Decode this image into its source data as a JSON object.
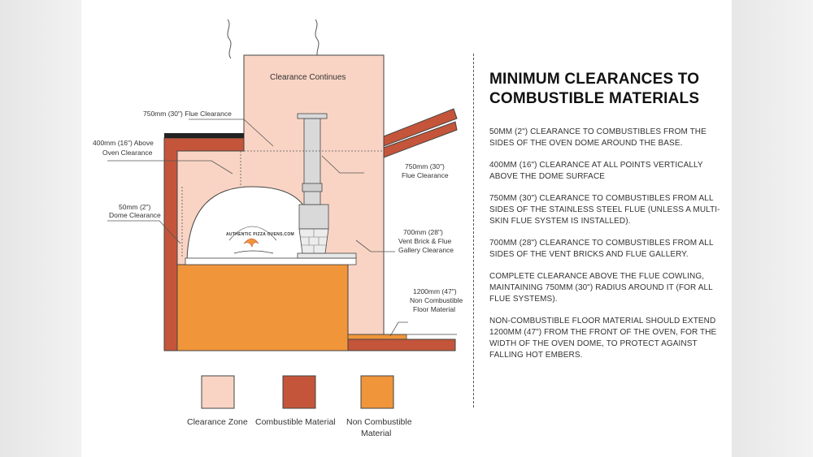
{
  "diagram": {
    "labels": {
      "clearance_continues": "Clearance Continues",
      "flue_clearance_top": "750mm (30\") Flue Clearance",
      "above_oven_line1": "400mm (16\") Above",
      "above_oven_line2": "Oven Clearance",
      "dome_line1": "50mm (2\")",
      "dome_line2": "Dome Clearance",
      "flue_right_line1": "750mm (30\")",
      "flue_right_line2": "Flue Clearance",
      "vent_line1": "700mm (28\")",
      "vent_line2": "Vent Brick & Flue",
      "vent_line3": "Gallery Clearance",
      "floor_line1": "1200mm (47\")",
      "floor_line2": "Non Combustible",
      "floor_line3": "Floor Material"
    },
    "oven_brand": "AUTHENTIC PIZZA OVENS.COM",
    "colors": {
      "clearance_zone": "#f9d4c4",
      "combustible": "#c4553a",
      "non_combustible": "#f0953a",
      "dome": "#ffffff",
      "flue": "#d9d9d9"
    }
  },
  "legend": [
    {
      "key": "clearance",
      "line1": "Clearance Zone",
      "line2": "",
      "color": "#f9d4c4"
    },
    {
      "key": "combustible",
      "line1": "Combustible Material",
      "line2": "",
      "color": "#c4553a"
    },
    {
      "key": "non_combustible",
      "line1": "Non Combustible",
      "line2": "Material",
      "color": "#f0953a"
    }
  ],
  "info": {
    "title": "MINIMUM CLEARANCES TO COMBUSTIBLE MATERIALS",
    "paragraphs": [
      "50mm (2\") clearance to combustibles from the sides of the oven dome around the base.",
      "400mm (16\") clearance at all points vertically above the dome surface",
      "750mm (30\") clearance to combustibles from all sides of the stainless steel flue (unless a multi-skin flue system is installed).",
      "700mm (28\") clearance to combustibles from all sides of the vent bricks and flue gallery.",
      "Complete clearance above the flue cowling, maintaining 750mm (30\") radius around it (for all flue systems).",
      "Non-combustible floor material should extend 1200mm (47\") from the front of the oven, for the width of the oven dome, to protect against falling hot embers."
    ]
  }
}
